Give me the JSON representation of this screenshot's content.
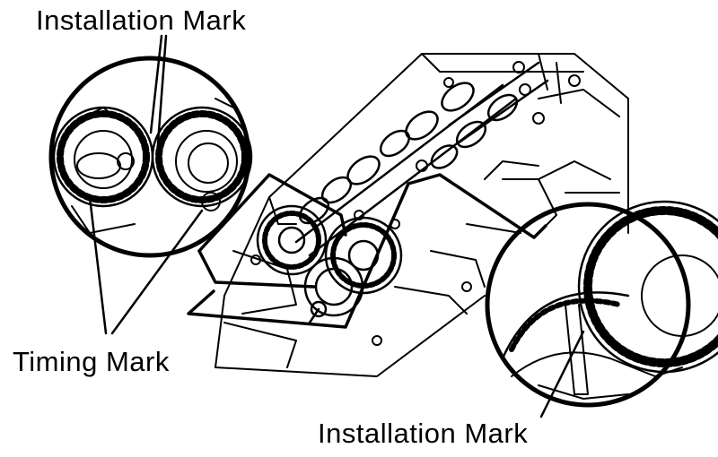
{
  "labels": {
    "installation_mark_top": "Installation Mark",
    "timing_mark": "Timing Mark",
    "installation_mark_bottom": "Installation Mark"
  },
  "colors": {
    "line": "#000000",
    "background": "#ffffff"
  }
}
